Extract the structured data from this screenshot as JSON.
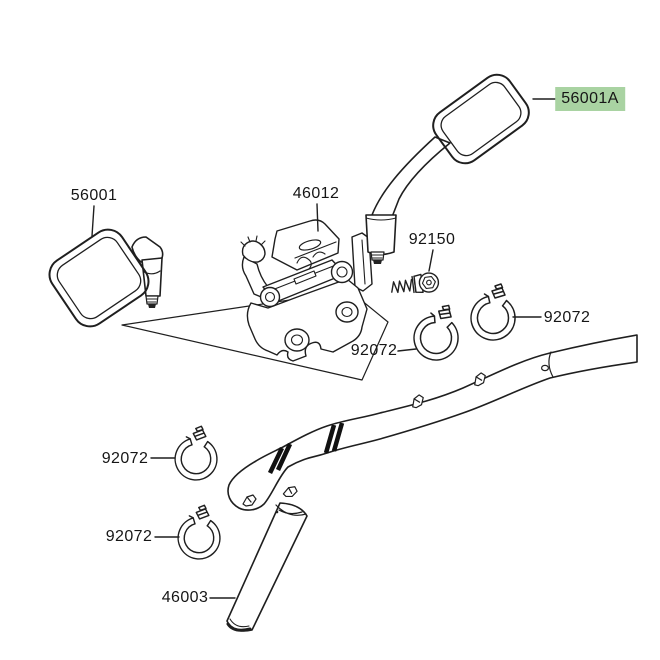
{
  "diagram": {
    "type": "exploded-parts-diagram",
    "highlighted_part": "56001A",
    "colors": {
      "highlight": "#a9d3a2",
      "line": "#1f1f1f",
      "background": "#ffffff"
    },
    "labels": [
      {
        "part_no": "56001",
        "highlighted": false
      },
      {
        "part_no": "46012",
        "highlighted": false
      },
      {
        "part_no": "56001A",
        "highlighted": true
      },
      {
        "part_no": "92150",
        "highlighted": false
      },
      {
        "part_no": "92072",
        "highlighted": false
      },
      {
        "part_no": "92072",
        "highlighted": false
      },
      {
        "part_no": "92072",
        "highlighted": false
      },
      {
        "part_no": "92072",
        "highlighted": false
      },
      {
        "part_no": "46003",
        "highlighted": false
      }
    ]
  }
}
